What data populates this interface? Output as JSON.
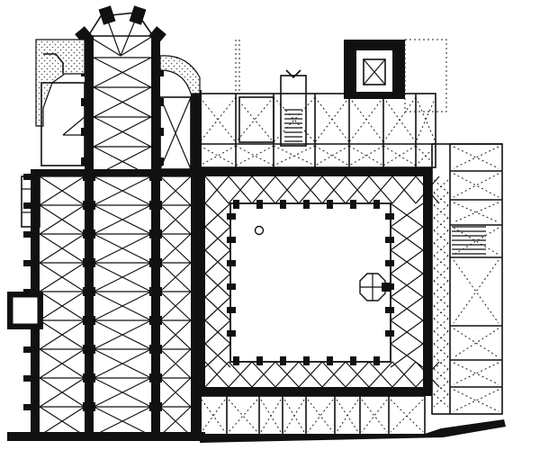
{
  "drawing": {
    "type": "architectural-floor-plan",
    "parts": [
      "church-nave",
      "polygonal-apse",
      "cloister-walk",
      "cloister-garth",
      "chapter-house",
      "east-range",
      "north-range",
      "south-range",
      "tower-block",
      "staircase",
      "well"
    ],
    "colors": {
      "ink": "#111111",
      "paper": "#ffffff",
      "stipple": "#555555"
    }
  }
}
